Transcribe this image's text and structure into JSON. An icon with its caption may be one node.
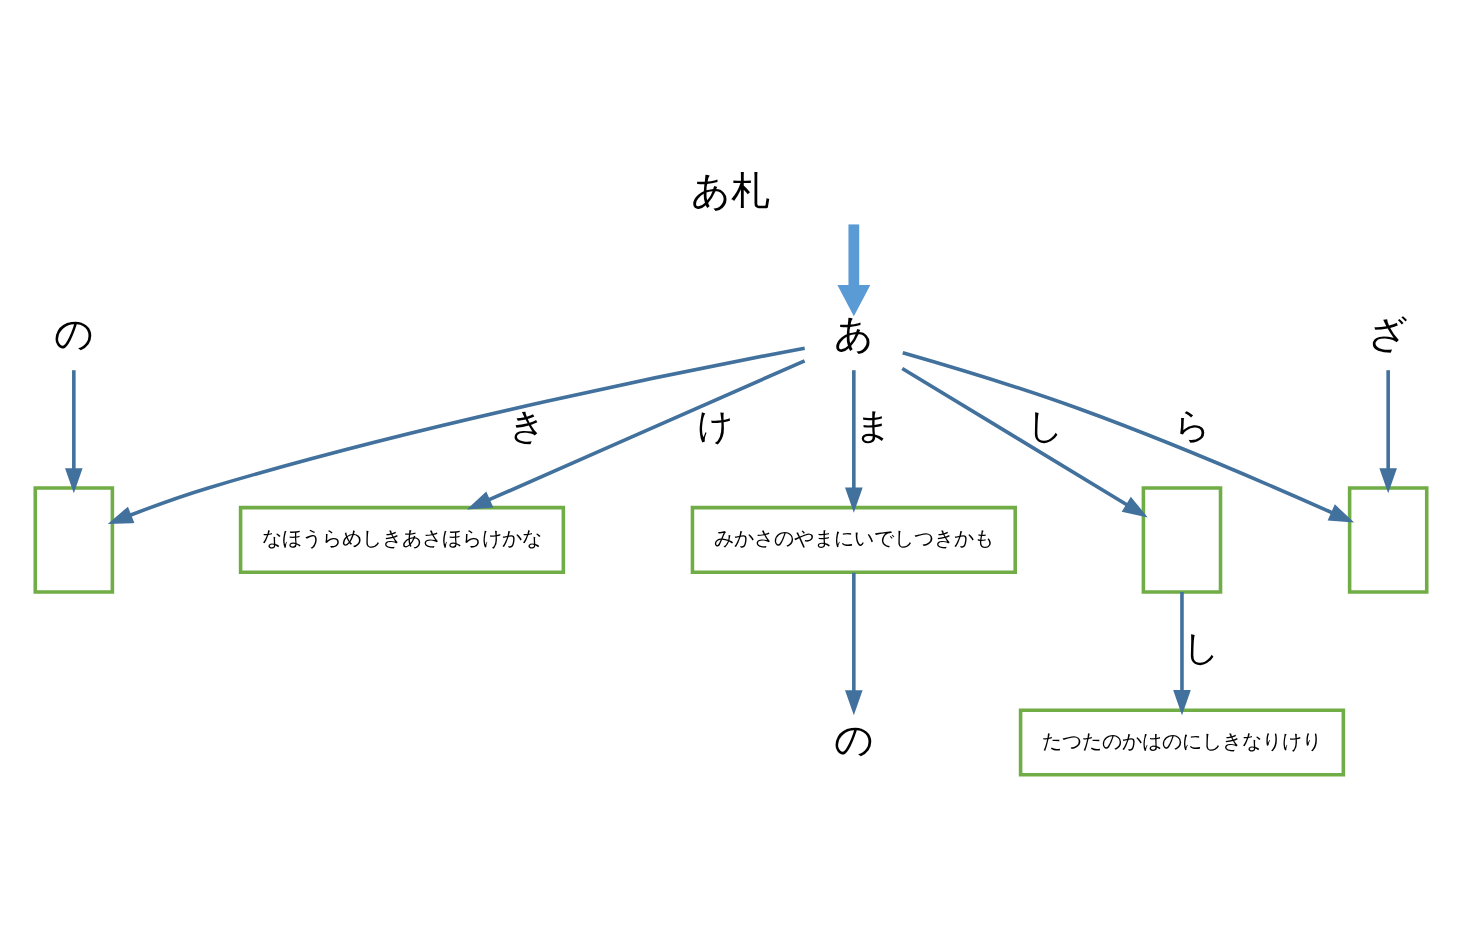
{
  "diagram": {
    "title": "あ札",
    "nodes": [
      {
        "text": [
          "あ"
        ]
      },
      {
        "text": [],
        "shape": "box"
      },
      {
        "text": [
          "の"
        ]
      },
      {
        "text": [],
        "shape": "box"
      },
      {
        "text": [],
        "shape": "box"
      },
      {
        "text": [
          "ざ"
        ]
      },
      {
        "text": [
          "なほうらめしきあさほらけかな"
        ]
      },
      {
        "text": [
          "みかさのやまにいでしつきかも"
        ]
      },
      {
        "text": [
          "の"
        ]
      },
      {
        "text": [
          "たつたのかはのにしきなりけり"
        ]
      }
    ],
    "edges": [
      {
        "from": null,
        "to": 0,
        "arrow": "to",
        "style": "thick",
        "color": "#5b9bd5"
      },
      {
        "from": 0,
        "to": 1,
        "arrow": "to",
        "label": "き"
      },
      {
        "from": 0,
        "to": 3,
        "arrow": "to",
        "label": "し"
      },
      {
        "from": 0,
        "to": 4,
        "arrow": "to",
        "label": "ら"
      },
      {
        "from": 3,
        "to": 9,
        "arrow": "to",
        "label": "し"
      },
      {
        "from": 0,
        "to": 6,
        "arrow": "to",
        "label": "け"
      },
      {
        "from": 0,
        "to": 7,
        "arrow": "to",
        "label": "ま"
      },
      {
        "from": 2,
        "to": 1,
        "arrow": "to"
      },
      {
        "from": 5,
        "to": 4,
        "arrow": "to"
      },
      {
        "from": 7,
        "to": 8,
        "arrow": "to"
      }
    ]
  }
}
